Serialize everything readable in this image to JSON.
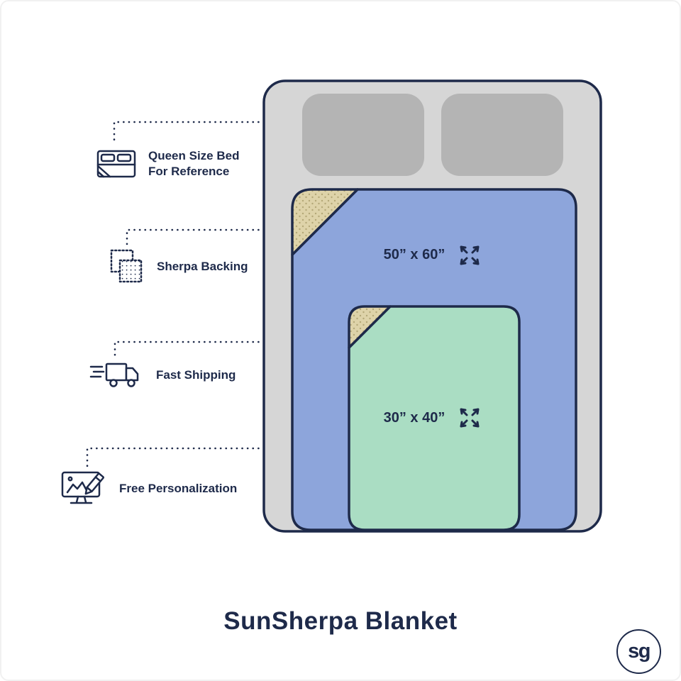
{
  "title": "SunSherpa Blanket",
  "brand": {
    "logo_text": "sg",
    "logo_icon": "sg-circle-logo"
  },
  "features": [
    {
      "id": "queen-size-bed",
      "icon": "bed-icon",
      "lines": [
        "Queen Size Bed",
        "For Reference"
      ]
    },
    {
      "id": "sherpa-backing",
      "icon": "sherpa-fabric-icon",
      "lines": [
        "Sherpa Backing"
      ]
    },
    {
      "id": "fast-shipping",
      "icon": "shipping-truck-icon",
      "lines": [
        "Fast Shipping"
      ]
    },
    {
      "id": "free-personalization",
      "icon": "personalization-icon",
      "lines": [
        "Free Personalization"
      ]
    }
  ],
  "blankets": {
    "large": {
      "size_label": "50” x 60”",
      "icon": "expand-arrows-icon"
    },
    "small": {
      "size_label": "30” x 40”",
      "icon": "expand-arrows-icon"
    }
  },
  "colors": {
    "navy": "#1e2a4a",
    "bed_fill": "#d6d6d6",
    "pillow_fill": "#b4b4b4",
    "blanket_large_fill": "#8da5db",
    "blanket_small_fill": "#aaddc3",
    "fold_tan": "#ded3a9",
    "background": "#ffffff"
  }
}
